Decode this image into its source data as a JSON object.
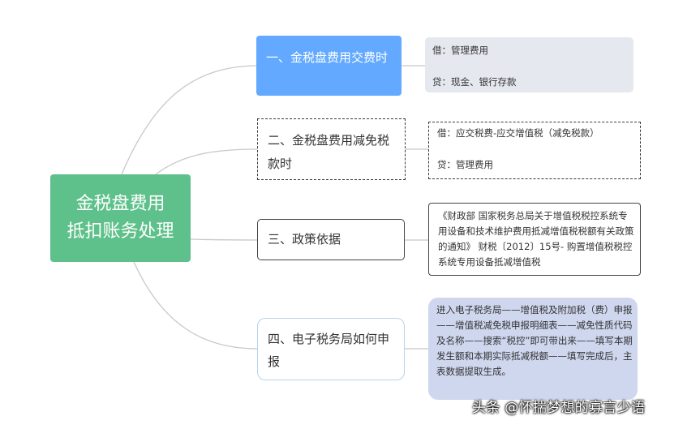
{
  "root": {
    "line1": "金税盘费用",
    "line2": "抵扣账务处理"
  },
  "branches": [
    {
      "title": "一、金税盘费用交费时",
      "detail": {
        "line1": "借：管理费用",
        "line2": "贷：现金、银行存款"
      }
    },
    {
      "title": "二、金税盘费用减免税款时",
      "detail": {
        "line1": "借：应交税费-应交增值税（减免税款）",
        "line2": "贷：管理费用"
      }
    },
    {
      "title": "三、政策依据",
      "detail": {
        "text": "《财政部 国家税务总局关于增值税税控系统专用设备和技术维护费用抵减增值税税额有关政策的通知》 财税〔2012〕15号- 购置增值税税控系统专用设备抵减增值税"
      }
    },
    {
      "title": "四、电子税务局如何申报",
      "detail": {
        "text": "进入电子税务局——增值税及附加税（费）申报——增值税减免税申报明细表——减免性质代码及名称——搜索“税控”即可带出来——填写本期发生额和本期实际抵减税额——填写完成后，主表数据提取生成。"
      }
    }
  ],
  "watermark": "头条 @怀揣梦想的寡言少语",
  "colors": {
    "root": "#5ec08a",
    "branch1": "#62a9ff",
    "detail1": "#e6e8ef",
    "detail4": "#cfd7ef",
    "connector": "#c8c8c8"
  }
}
